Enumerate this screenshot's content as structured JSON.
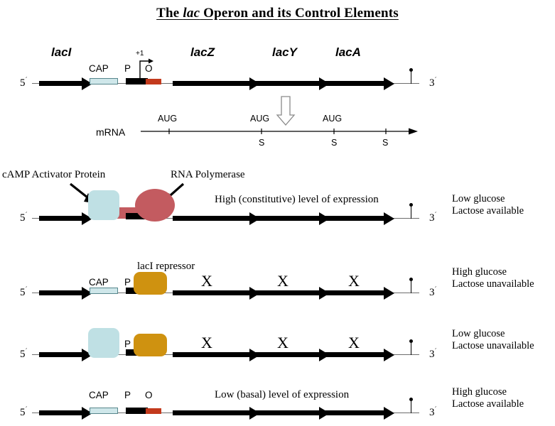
{
  "title": {
    "part1": "The ",
    "italic": "lac",
    "part2": " Operon and its Control Elements"
  },
  "colors": {
    "cap_site": "#cfe7ea",
    "cap_site_border": "#56868c",
    "promoter": "#000000",
    "operator": "#c33a1d",
    "cap_protein": "#bfe0e4",
    "repressor_protein": "#cf9210",
    "rna_polymerase": "#c35b60",
    "dna_backbone": "#6d6d6d",
    "gene_arrow": "#000000"
  },
  "rows": {
    "map": {
      "five_prime": "5",
      "three_prime": "3",
      "genes": [
        "lacI",
        "lacZ",
        "lacY",
        "lacA"
      ],
      "sites": [
        "CAP",
        "P",
        "O"
      ],
      "start_site": "+1"
    },
    "mrna": {
      "label": "mRNA",
      "start_codons": [
        "AUG",
        "AUG",
        "AUG"
      ],
      "stop_codons": [
        "S",
        "S",
        "S"
      ]
    },
    "row_induced": {
      "five_prime": "5",
      "three_prime": "3",
      "protein_labels": [
        "cAMP Activator Protein",
        "RNA Polymerase"
      ],
      "expression": "High (constitutive) level of expression",
      "condition_line1": "Low glucose",
      "condition_line2": "Lactose available"
    },
    "row_repressed_high_glucose": {
      "five_prime": "5",
      "three_prime": "3",
      "sites": [
        "CAP",
        "P"
      ],
      "protein_label": "lacI repressor",
      "blocked_marks": [
        "X",
        "X",
        "X"
      ],
      "condition_line1": "High glucose",
      "condition_line2": "Lactose unavailable"
    },
    "row_repressed_low_glucose": {
      "five_prime": "5",
      "three_prime": "3",
      "sites": [
        "P"
      ],
      "blocked_marks": [
        "X",
        "X",
        "X"
      ],
      "condition_line1": "Low glucose",
      "condition_line2": "Lactose unavailable"
    },
    "row_basal": {
      "five_prime": "5",
      "three_prime": "3",
      "sites": [
        "CAP",
        "P",
        "O"
      ],
      "expression": "Low  (basal) level of expression",
      "condition_line1": "High glucose",
      "condition_line2": "Lactose available"
    }
  }
}
